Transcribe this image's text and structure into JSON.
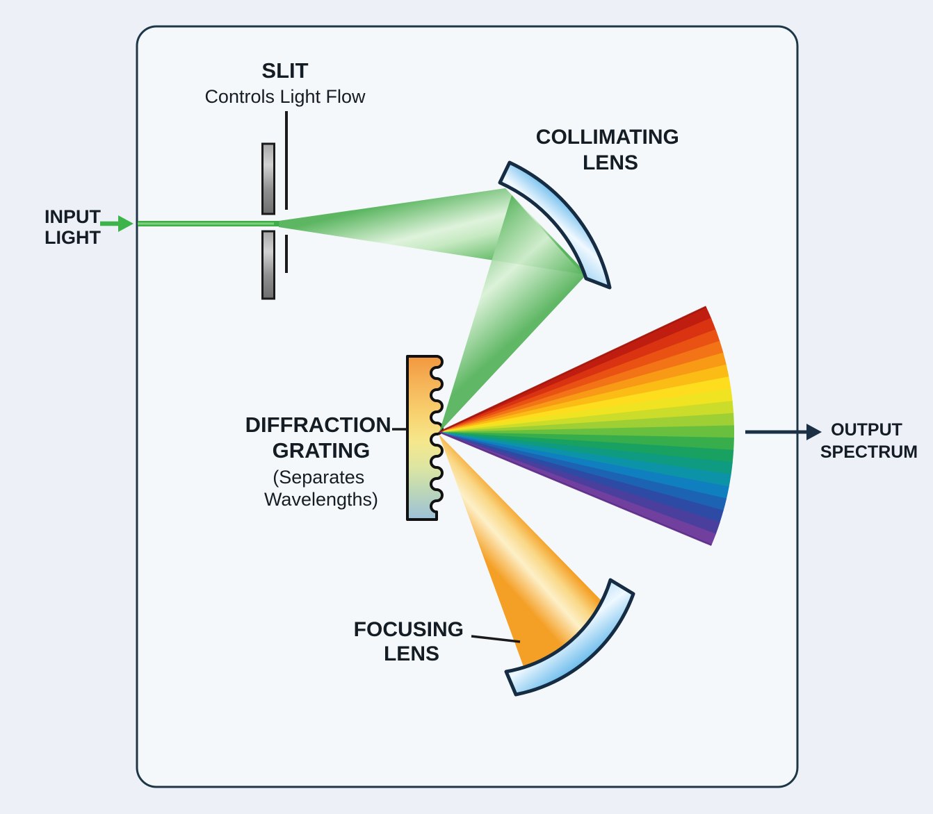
{
  "panel": {
    "outer_background": "#edf1f7",
    "inner_background": "#f5f8fb",
    "border_color": "#1e3648"
  },
  "labels": {
    "input": {
      "line1": "INPUT",
      "line2": "LIGHT"
    },
    "slit": {
      "title": "SLIT",
      "subtitle": "Controls Light Flow"
    },
    "collimating_lens": {
      "line1": "COLLIMATING",
      "line2": "LENS"
    },
    "diffraction_grating": {
      "line1": "DIFFRACTION",
      "line2": "GRATING",
      "sub1": "(Separates",
      "sub2": "Wavelengths)"
    },
    "focusing_lens": {
      "line1": "FOCUSING",
      "line2": "LENS"
    },
    "output": {
      "line1": "OUTPUT",
      "line2": "SPECTRUM"
    }
  },
  "colors": {
    "input_beam_green": "#3fae46",
    "input_arrow_green": "#3cb44a",
    "beam_orange": "#f49f25",
    "lens_blue": "#7cc3ed",
    "lens_outline": "#152c42",
    "grating_top": "#f2973f",
    "grating_bottom": "#9dc0da",
    "slit_gray": "#9a9a9a",
    "output_arrow": "#1b2f45",
    "text": "#141c24"
  },
  "spectrum_colors": [
    "#bf1d10",
    "#da3312",
    "#ea5214",
    "#f37416",
    "#f89a16",
    "#fbbc15",
    "#fddd1e",
    "#f0e322",
    "#cbdc2a",
    "#9ecf34",
    "#69bf3e",
    "#38ad4b",
    "#18a160",
    "#0e9b82",
    "#0d93a8",
    "#107fbf",
    "#1c64b3",
    "#2d4ba4",
    "#4a3f9d",
    "#713f9e"
  ]
}
